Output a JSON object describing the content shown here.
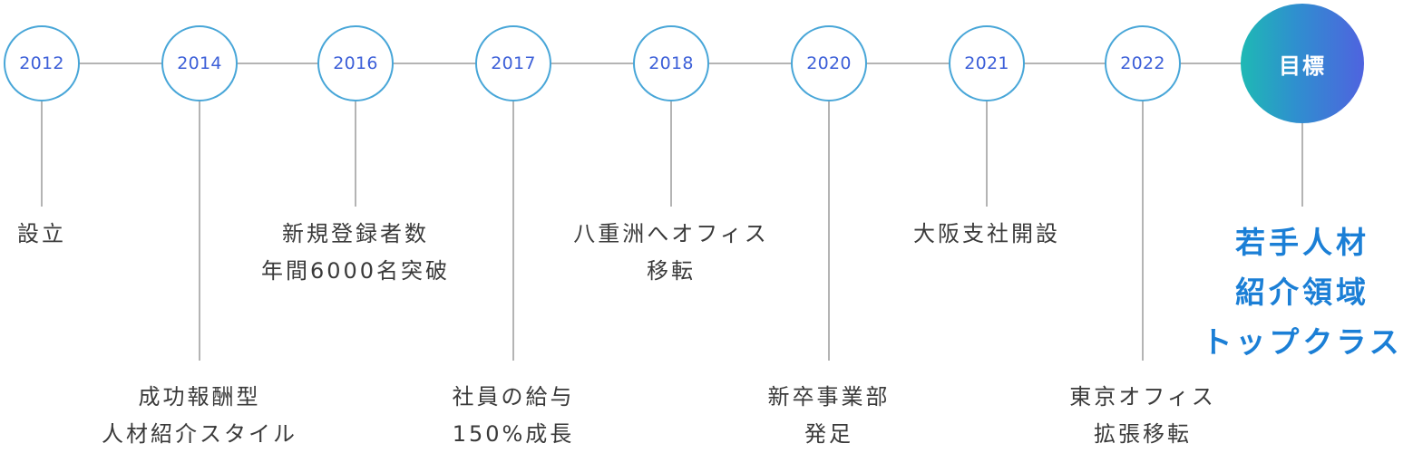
{
  "milestones": [
    {
      "year": "2012",
      "text": [
        "設立"
      ]
    },
    {
      "year": "2014",
      "text": [
        "成功報酬型",
        "人材紹介スタイル"
      ]
    },
    {
      "year": "2016",
      "text": [
        "新規登録者数",
        "年間6000名突破"
      ]
    },
    {
      "year": "2017",
      "text": [
        "社員の給与",
        "150%成長"
      ]
    },
    {
      "year": "2018",
      "text": [
        "八重洲へオフィス",
        "移転"
      ]
    },
    {
      "year": "2020",
      "text": [
        "新卒事業部",
        "発足"
      ]
    },
    {
      "year": "2021",
      "text": [
        "大阪支社開設"
      ]
    },
    {
      "year": "2022",
      "text": [
        "東京オフィス",
        "拡張移転"
      ]
    }
  ],
  "goal": {
    "label": "目標",
    "text": [
      "若手人材",
      "紹介領域",
      "トップクラス"
    ]
  },
  "colors": {
    "line": "#b4b4b4",
    "year_text": "#3c5fd8",
    "goal_text": "#1b7fd6",
    "gradient_start": "#1eb9b4",
    "gradient_end": "#4f63df"
  }
}
